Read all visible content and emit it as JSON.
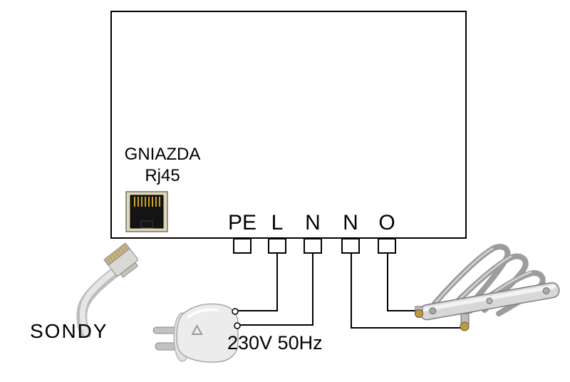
{
  "box": {
    "socket_label_line1": "GNIAZDA",
    "socket_label_line2": "Rj45"
  },
  "terminals": [
    {
      "label": "PE"
    },
    {
      "label": "L"
    },
    {
      "label": "N"
    },
    {
      "label": "N"
    },
    {
      "label": "O"
    }
  ],
  "labels": {
    "probe": "SONDY",
    "power": "230V 50Hz"
  },
  "icons": {
    "rj45_jack": "rj45-jack-icon",
    "rj45_plug_cable": "rj45-plug-cable-icon",
    "power_plug": "schuko-plug-icon",
    "heating_element": "heating-element-icon"
  },
  "colors": {
    "line": "#000000",
    "background": "#ffffff",
    "metal_light": "#ececec",
    "metal_mid": "#b5b5b5",
    "gold_pins": "#c9a227",
    "brass_terminal": "#bf9a45",
    "cable": "#d8d8d8"
  }
}
